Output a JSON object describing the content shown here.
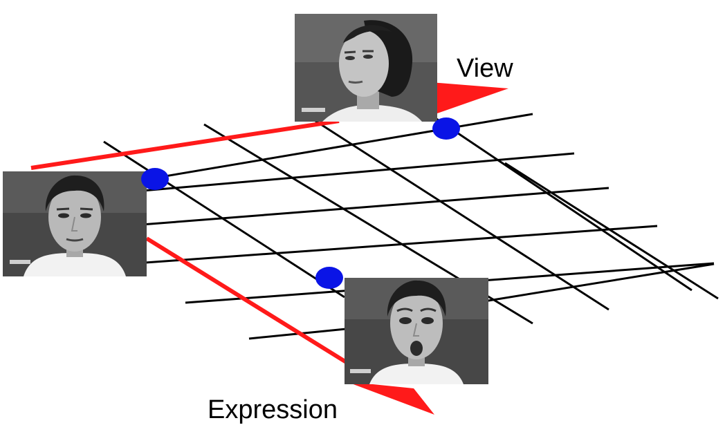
{
  "labels": {
    "view": "View",
    "expression": "Expression"
  },
  "faces": [
    {
      "name": "face-frontal-neutral",
      "pose": "frontal",
      "expression": "neutral"
    },
    {
      "name": "face-side-view",
      "pose": "turned",
      "expression": "neutral"
    },
    {
      "name": "face-frontal-surprised",
      "pose": "frontal",
      "expression": "surprised"
    }
  ],
  "colors": {
    "grid": "#000000",
    "axis_arrow": "#ff1a1a",
    "node": "#0a14e6",
    "photo_bg": "#4a4a4a"
  }
}
